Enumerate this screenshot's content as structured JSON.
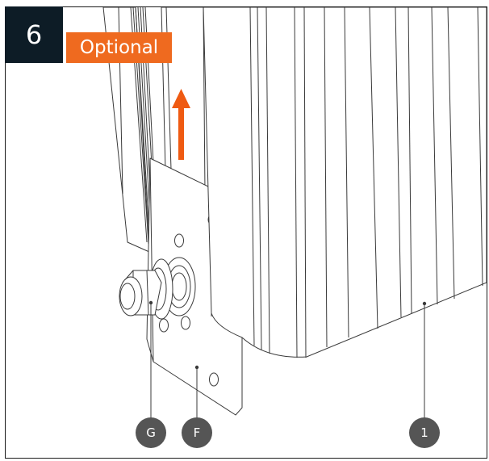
{
  "step": {
    "number": "6",
    "tag": "Optional"
  },
  "callouts": [
    {
      "label": "G"
    },
    {
      "label": "F"
    },
    {
      "label": "1"
    }
  ],
  "colors": {
    "step_badge": "#0d1c26",
    "tag_badge": "#ef6a1f",
    "arrow": "#ef5a12",
    "callout": "#555555",
    "line": "#3a3a3a"
  },
  "icons": {
    "direction": "arrow-up-icon"
  }
}
